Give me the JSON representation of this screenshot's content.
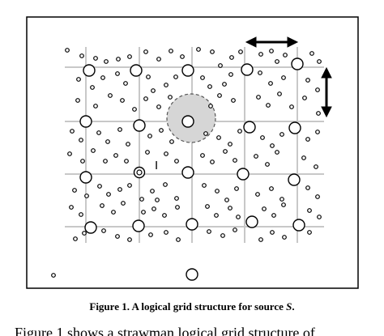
{
  "figure": {
    "node_marker": "I",
    "caption_label": "Figure 1. A logical grid structure for source ",
    "caption_source": "S",
    "caption_end": "."
  },
  "body_text": {
    "truncated_line": "Figure 1 shows a strawman logical grid structure of"
  },
  "colors": {
    "ink": "#000000",
    "grid": "#c8c8c8",
    "highlight": "#d6d6d6"
  }
}
